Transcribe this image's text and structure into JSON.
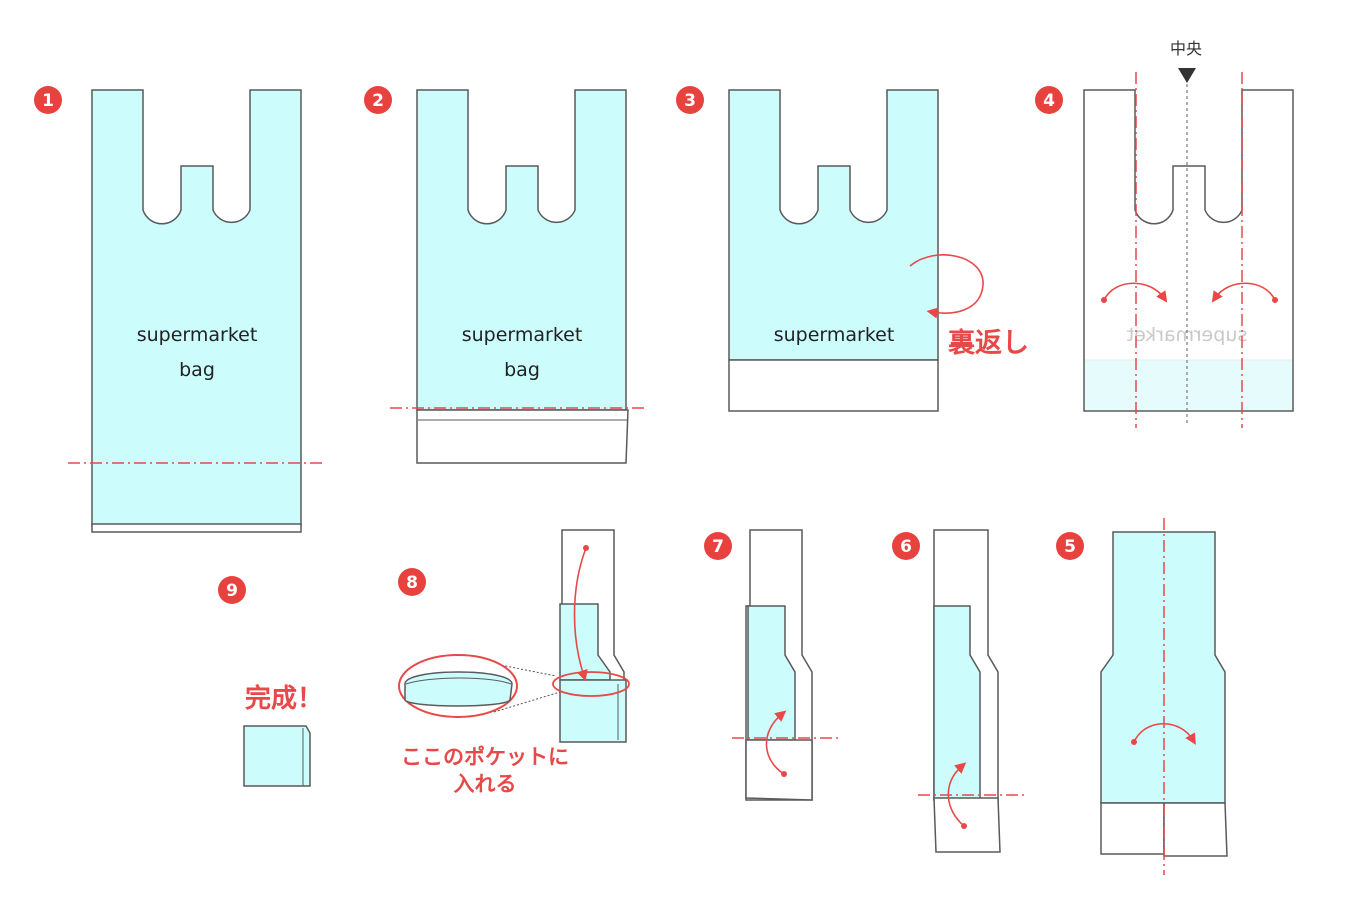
{
  "steps": [
    "1",
    "2",
    "3",
    "4",
    "5",
    "6",
    "7",
    "8",
    "9"
  ],
  "bag_text": {
    "line1": "supermarket",
    "line2": "bag"
  },
  "labels": {
    "turn_over": "裏返し",
    "center": "中央",
    "pocket_line1": "ここのポケットに",
    "pocket_line2": "入れる",
    "done": "完成！"
  },
  "colors": {
    "bag_fill": "#ccfcfc",
    "accent_red": "#e84848",
    "outline": "#5a5a5a"
  },
  "icons": {
    "center_marker": "down-triangle-icon"
  }
}
